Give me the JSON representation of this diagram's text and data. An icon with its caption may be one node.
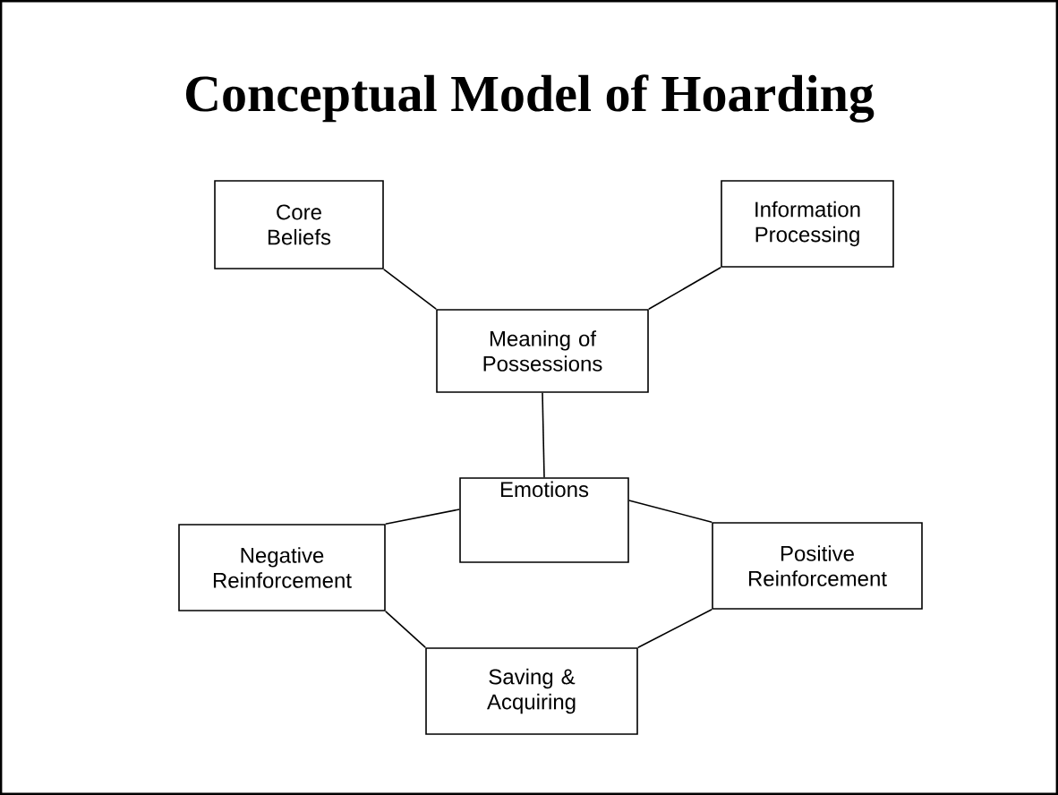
{
  "diagram": {
    "title": "Conceptual Model of Hoarding",
    "nodes": [
      {
        "text": [
          "Core Beliefs"
        ]
      },
      {
        "text": [
          "Information Processing"
        ]
      },
      {
        "text": [
          "Meaning of Possessions"
        ]
      },
      {
        "text": [
          "Emotions"
        ]
      },
      {
        "text": [
          "Negative Reinforcement"
        ]
      },
      {
        "text": [
          "Positive Reinforcement"
        ]
      },
      {
        "text": [
          "Saving & Acquiring"
        ]
      }
    ],
    "edges": [
      {
        "from": 0,
        "to": 2,
        "arrow": "none"
      },
      {
        "from": 1,
        "to": 2,
        "arrow": "none"
      },
      {
        "from": 2,
        "to": 3,
        "arrow": "none"
      },
      {
        "from": 3,
        "to": 4,
        "arrow": "none"
      },
      {
        "from": 3,
        "to": 5,
        "arrow": "none"
      },
      {
        "from": 4,
        "to": 6,
        "arrow": "none"
      },
      {
        "from": 5,
        "to": 6,
        "arrow": "none"
      }
    ]
  }
}
